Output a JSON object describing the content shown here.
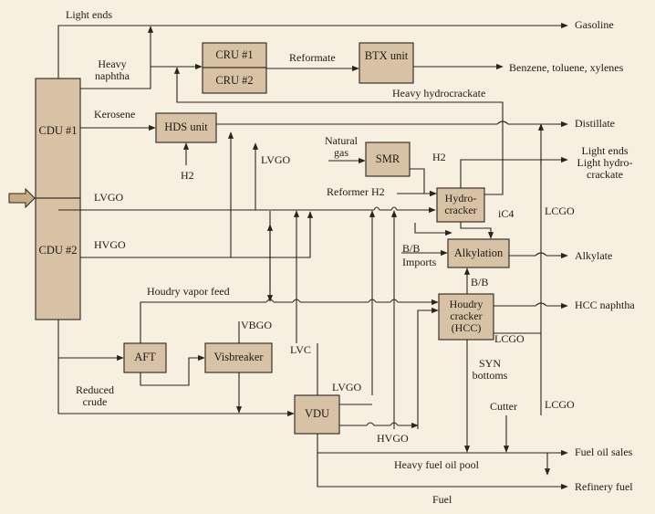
{
  "units": {
    "cdu1": "CDU #1",
    "cdu2": "CDU #2",
    "cru1": "CRU #1",
    "cru2": "CRU #2",
    "btx": "BTX unit",
    "hds": "HDS unit",
    "smr": "SMR",
    "hydrocracker": "Hydro-cracker",
    "alkylation": "Alkylation",
    "hcc": "Houdry cracker (HCC)",
    "aft": "AFT",
    "visbreaker": "Visbreaker",
    "vdu": "VDU"
  },
  "streams": {
    "light_ends": "Light ends",
    "heavy_naphtha": "Heavy naphtha",
    "reformate": "Reformate",
    "heavy_hydrocrackate": "Heavy hydrocrackate",
    "kerosene": "Kerosene",
    "h2_hds": "H2",
    "lvgo_top": "LVGO",
    "natural_gas": "Natural gas",
    "h2_smr": "H2",
    "reformer_h2": "Reformer H2",
    "lvgo_feed": "LVGO",
    "ic4": "iC4",
    "lcgo_right": "LCGO",
    "hvgo_feed": "HVGO",
    "bb_imports": "B/B Imports",
    "bb_hcc": "B/B",
    "houdry_vapor_feed": "Houdry vapor feed",
    "vbgo": "VBGO",
    "lvc": "LVC",
    "lcgo_hcc": "LCGO",
    "syn_bottoms": "SYN bottoms",
    "reduced_crude": "Reduced crude",
    "lvgo_vdu": "LVGO",
    "cutter": "Cutter",
    "lcgo_bottom": "LCGO",
    "hvgo_vdu": "HVGO",
    "heavy_fuel_oil_pool": "Heavy fuel oil pool",
    "fuel": "Fuel"
  },
  "products": {
    "gasoline": "Gasoline",
    "btx_products": "Benzene, toluene, xylenes",
    "distillate": "Distillate",
    "light_ends_crackate": "Light ends Light hydro-crackate",
    "alkylate": "Alkylate",
    "hcc_naphtha": "HCC naphtha",
    "fuel_oil_sales": "Fuel oil sales",
    "refinery_fuel": "Refinery fuel"
  },
  "colors": {
    "background": "#f7efdf",
    "box_fill": "#d8c2a6",
    "line": "#2a241d"
  }
}
